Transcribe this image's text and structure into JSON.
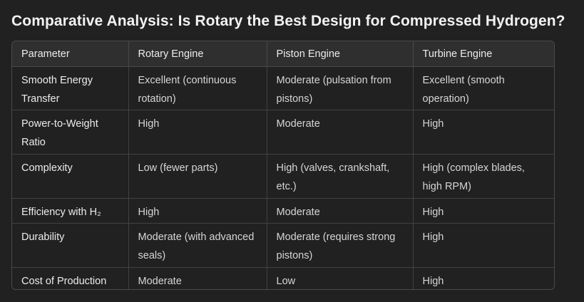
{
  "title": "Comparative Analysis: Is Rotary the Best Design for Compressed Hydrogen?",
  "table": {
    "headers": [
      "Parameter",
      "Rotary Engine",
      "Piston Engine",
      "Turbine Engine"
    ],
    "rows": [
      [
        "Smooth Energy Transfer",
        "Excellent (continuous rotation)",
        "Moderate (pulsation from pistons)",
        "Excellent (smooth operation)"
      ],
      [
        "Power-to-Weight Ratio",
        "High",
        "Moderate",
        "High"
      ],
      [
        "Complexity",
        "Low (fewer parts)",
        "High (valves, crankshaft, etc.)",
        "High (complex blades, high RPM)"
      ],
      [
        "Efficiency with H₂",
        "High",
        "Moderate",
        "High"
      ],
      [
        "Durability",
        "Moderate (with advanced seals)",
        "Moderate (requires strong pistons)",
        "High"
      ],
      [
        "Cost of Production",
        "Moderate",
        "Low",
        "High"
      ]
    ]
  },
  "colors": {
    "background": "#212121",
    "header_background": "#2f2f2f",
    "border": "#4a4a4a",
    "text": "#ececec"
  }
}
